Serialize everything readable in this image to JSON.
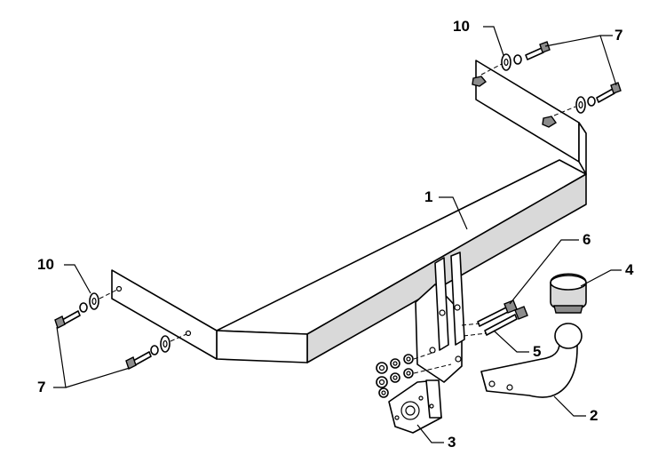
{
  "diagram": {
    "callouts": {
      "c1": "1",
      "c2": "2",
      "c3": "3",
      "c4": "4",
      "c5": "5",
      "c6": "6",
      "c7_top": "7",
      "c7_bottom": "7",
      "c10_top": "10",
      "c10_left": "10"
    }
  },
  "colors": {
    "line": "#000000",
    "background": "#ffffff",
    "shade": "#d9d9d9"
  }
}
